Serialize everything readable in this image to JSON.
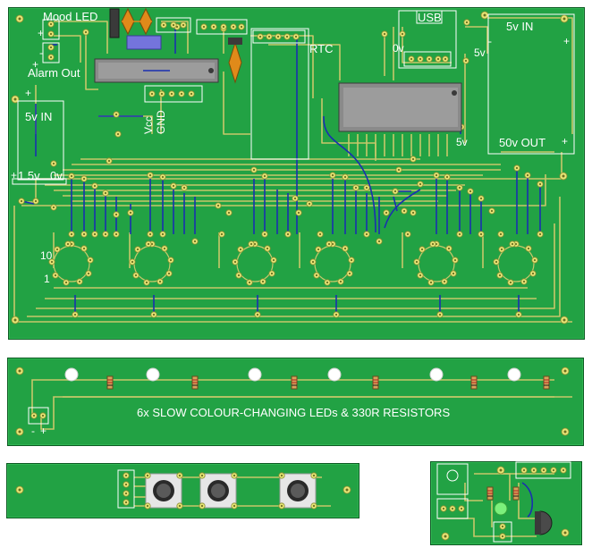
{
  "colors": {
    "board": "#22a244",
    "trace": "#c8c86a",
    "wire": "#1a2fb0",
    "pad": "#e6e676",
    "chip": "#8a8a8a",
    "led": "#ffffff",
    "crystal": "#e08a1a",
    "text": "#ffffff"
  },
  "main_board": {
    "labels": {
      "mood_led": "Mood LED",
      "alarm_out": "Alarm Out",
      "vcc": "Vcc",
      "gnd": "GND",
      "rtc": "RTC",
      "usb": "USB",
      "zero_v_usb": "0v",
      "five_v_usb": "5v",
      "five_v_in_right": "5v IN",
      "fifty_v_out": "50v OUT",
      "five_v_chip": "5v",
      "five_v_in_left": "5v IN",
      "one_five_v": "1.5v",
      "zero_v_left": "0v",
      "plus_a": "+",
      "plus_b": "+",
      "plus_c": "+",
      "plus_d": "+",
      "plus_e": "+",
      "plus_f": "+",
      "minus_a": "-",
      "minus_b": "-",
      "tube_pin_10": "10",
      "tube_pin_1": "1"
    }
  },
  "led_board": {
    "caption": "6x SLOW COLOUR-CHANGING LEDs & 330R RESISTORS",
    "minus": "-",
    "plus": "+"
  },
  "button_board": {},
  "small_board": {}
}
